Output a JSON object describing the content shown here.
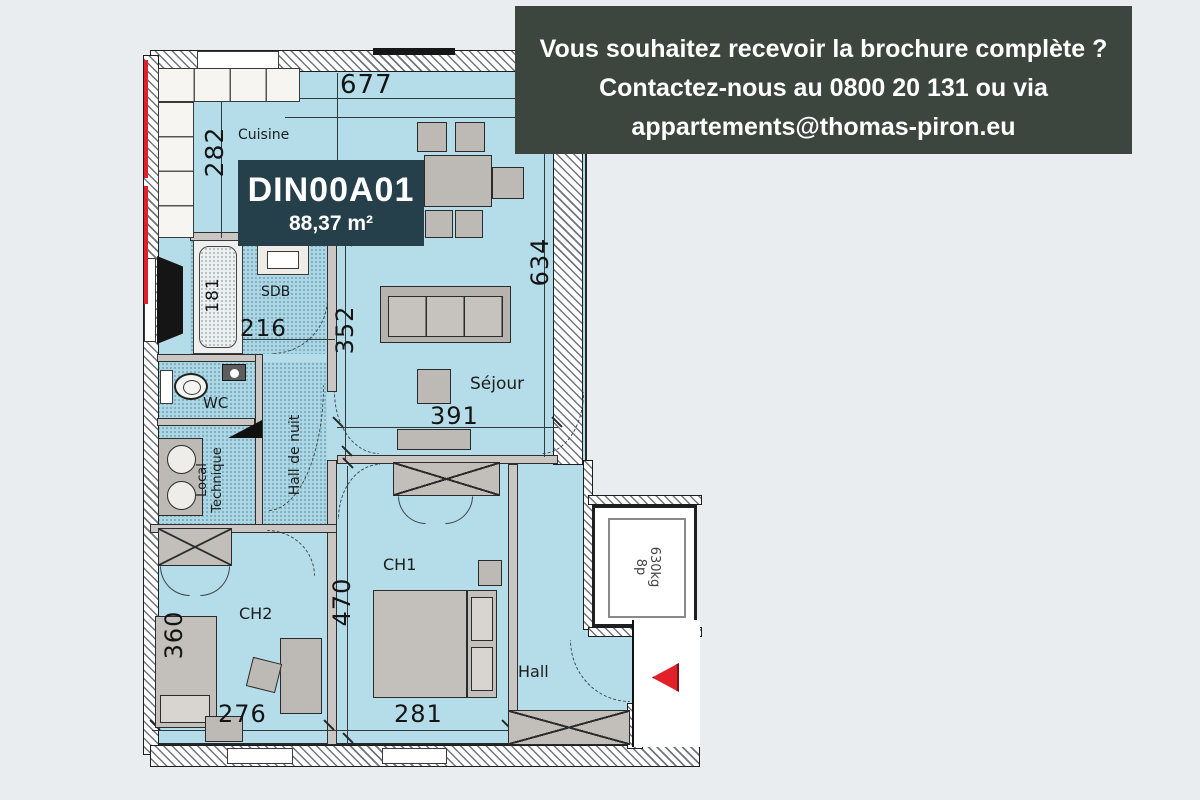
{
  "banner": {
    "line1": "Vous souhaitez recevoir la brochure complète ?",
    "line2": "Contactez-nous au 0800 20 131 ou via",
    "line3": "appartements@thomas-piron.eu"
  },
  "badge": {
    "code": "DIN00A01",
    "area": "88,37 m²"
  },
  "rooms": {
    "cuisine": "Cuisine",
    "sejour": "Séjour",
    "sdb": "SDB",
    "wc": "WC",
    "local1": "Local",
    "local2": "Technique",
    "hdn": "Hall de nuit",
    "ch1": "CH1",
    "ch2": "CH2",
    "hall": "Hall"
  },
  "dims": {
    "d677": "677",
    "d282": "282",
    "d216": "216",
    "d181": "181",
    "d352": "352",
    "d634": "634",
    "d391": "391",
    "d470": "470",
    "d281": "281",
    "d360": "360",
    "d276": "276"
  },
  "elevator": {
    "cap": "630kg",
    "pers": "8p"
  },
  "colors": {
    "banner_bg": "#3d453f",
    "badge_bg": "#25404a",
    "floor": "#b5dde9",
    "wet_floor": "#acd6e3",
    "wall_interior": "#c9c6c3",
    "accent_red": "#e3202a",
    "page_bg": "#e9edf0"
  }
}
